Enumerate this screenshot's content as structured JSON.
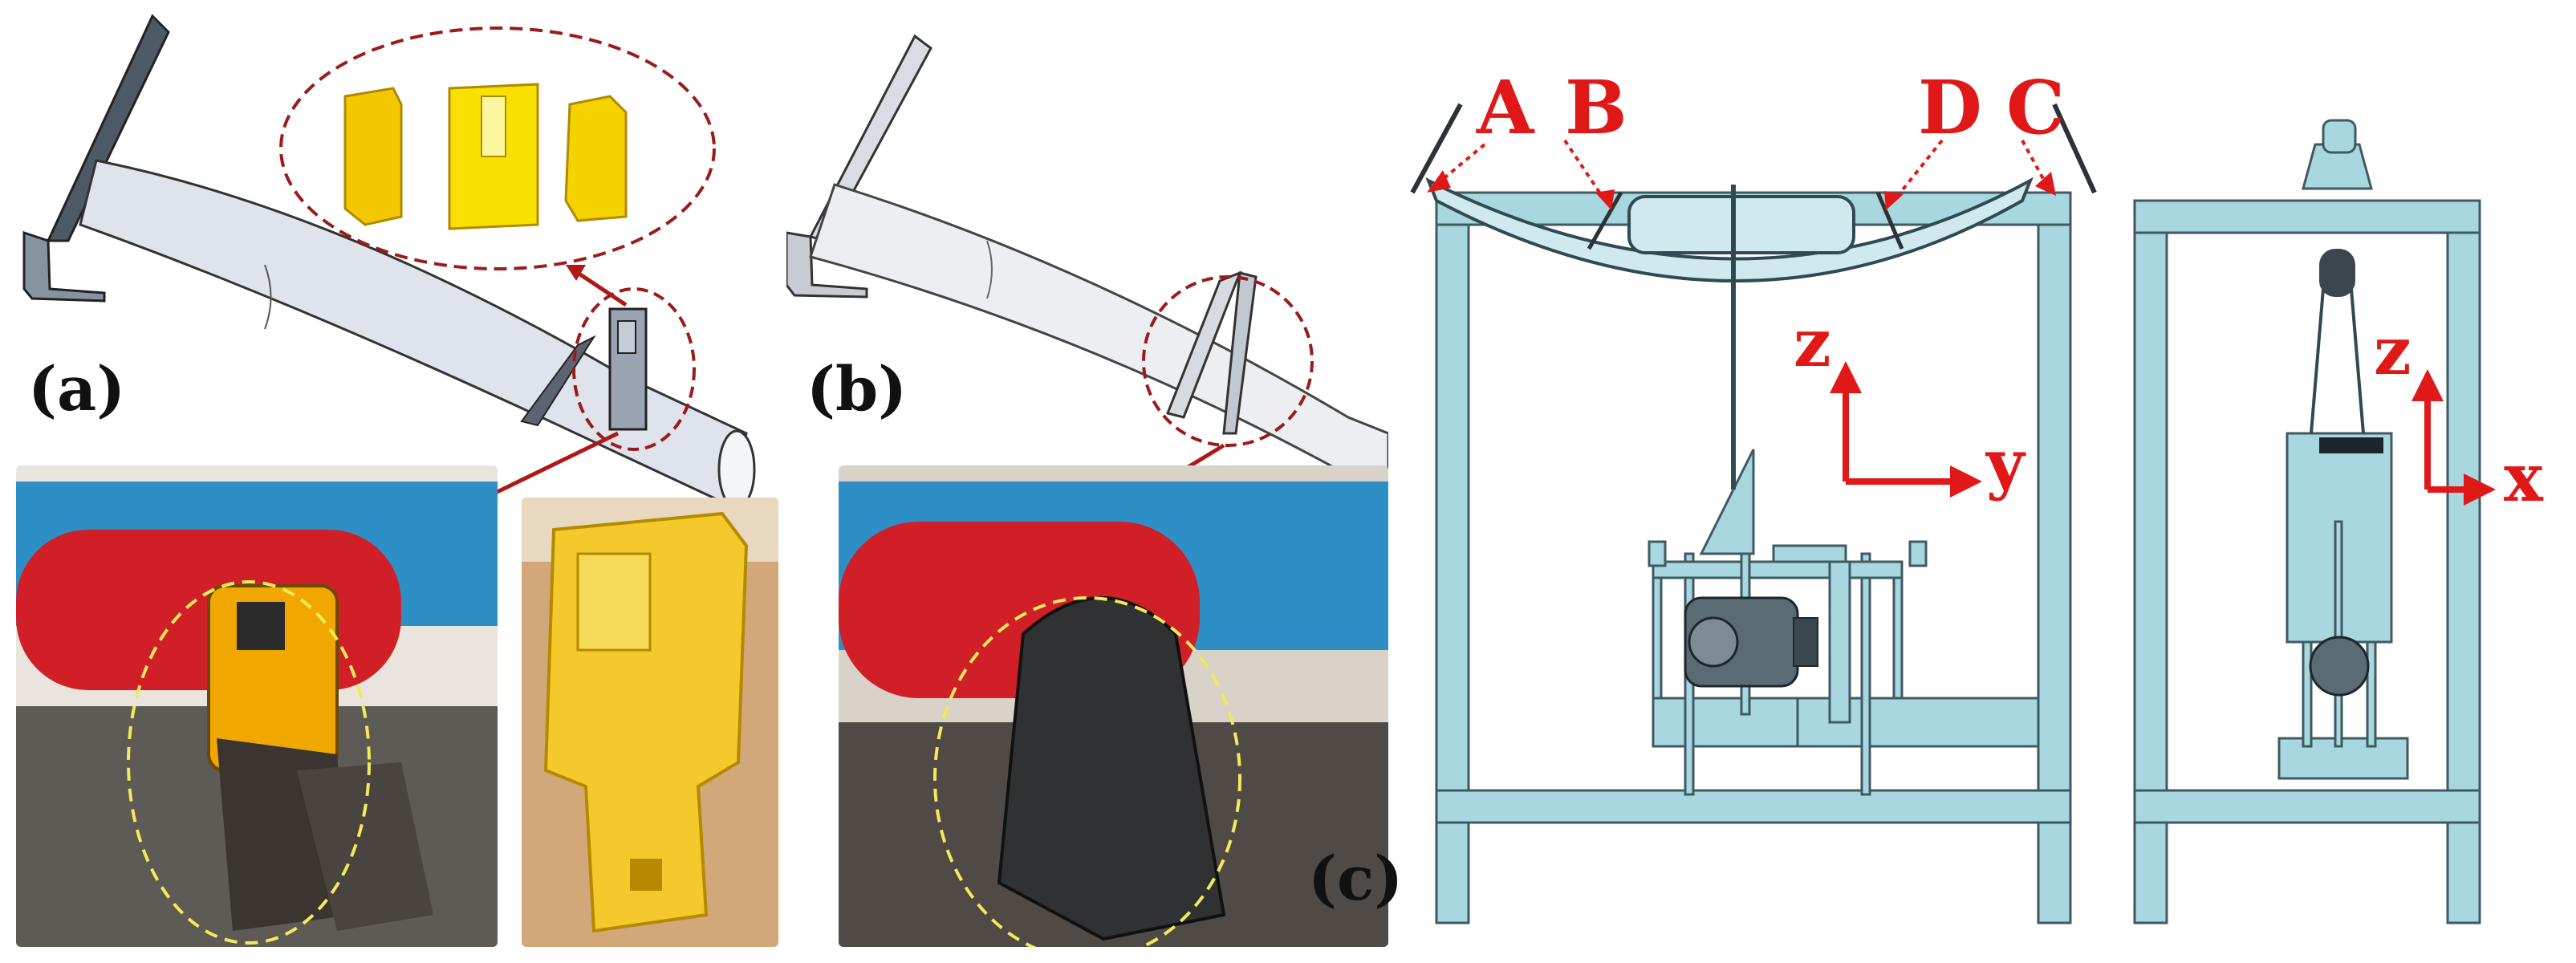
{
  "panels": {
    "a": {
      "label": "(a)"
    },
    "b": {
      "label": "(b)"
    },
    "c": {
      "label": "(c)"
    }
  },
  "points": {
    "A": "A",
    "B": "B",
    "D": "D",
    "C": "C"
  },
  "axes_front": {
    "z": "z",
    "y": "y"
  },
  "axes_side": {
    "z": "z",
    "x": "x"
  },
  "colors": {
    "steel": "#a9d7df",
    "steel_dark": "#3f5a63",
    "annotation_red": "#e01818",
    "dashed_ellipse": "#9b1b1b",
    "yellow_part": "#f4d300",
    "roller_red": "#d11f28",
    "belt_blue": "#2e8fc6"
  }
}
